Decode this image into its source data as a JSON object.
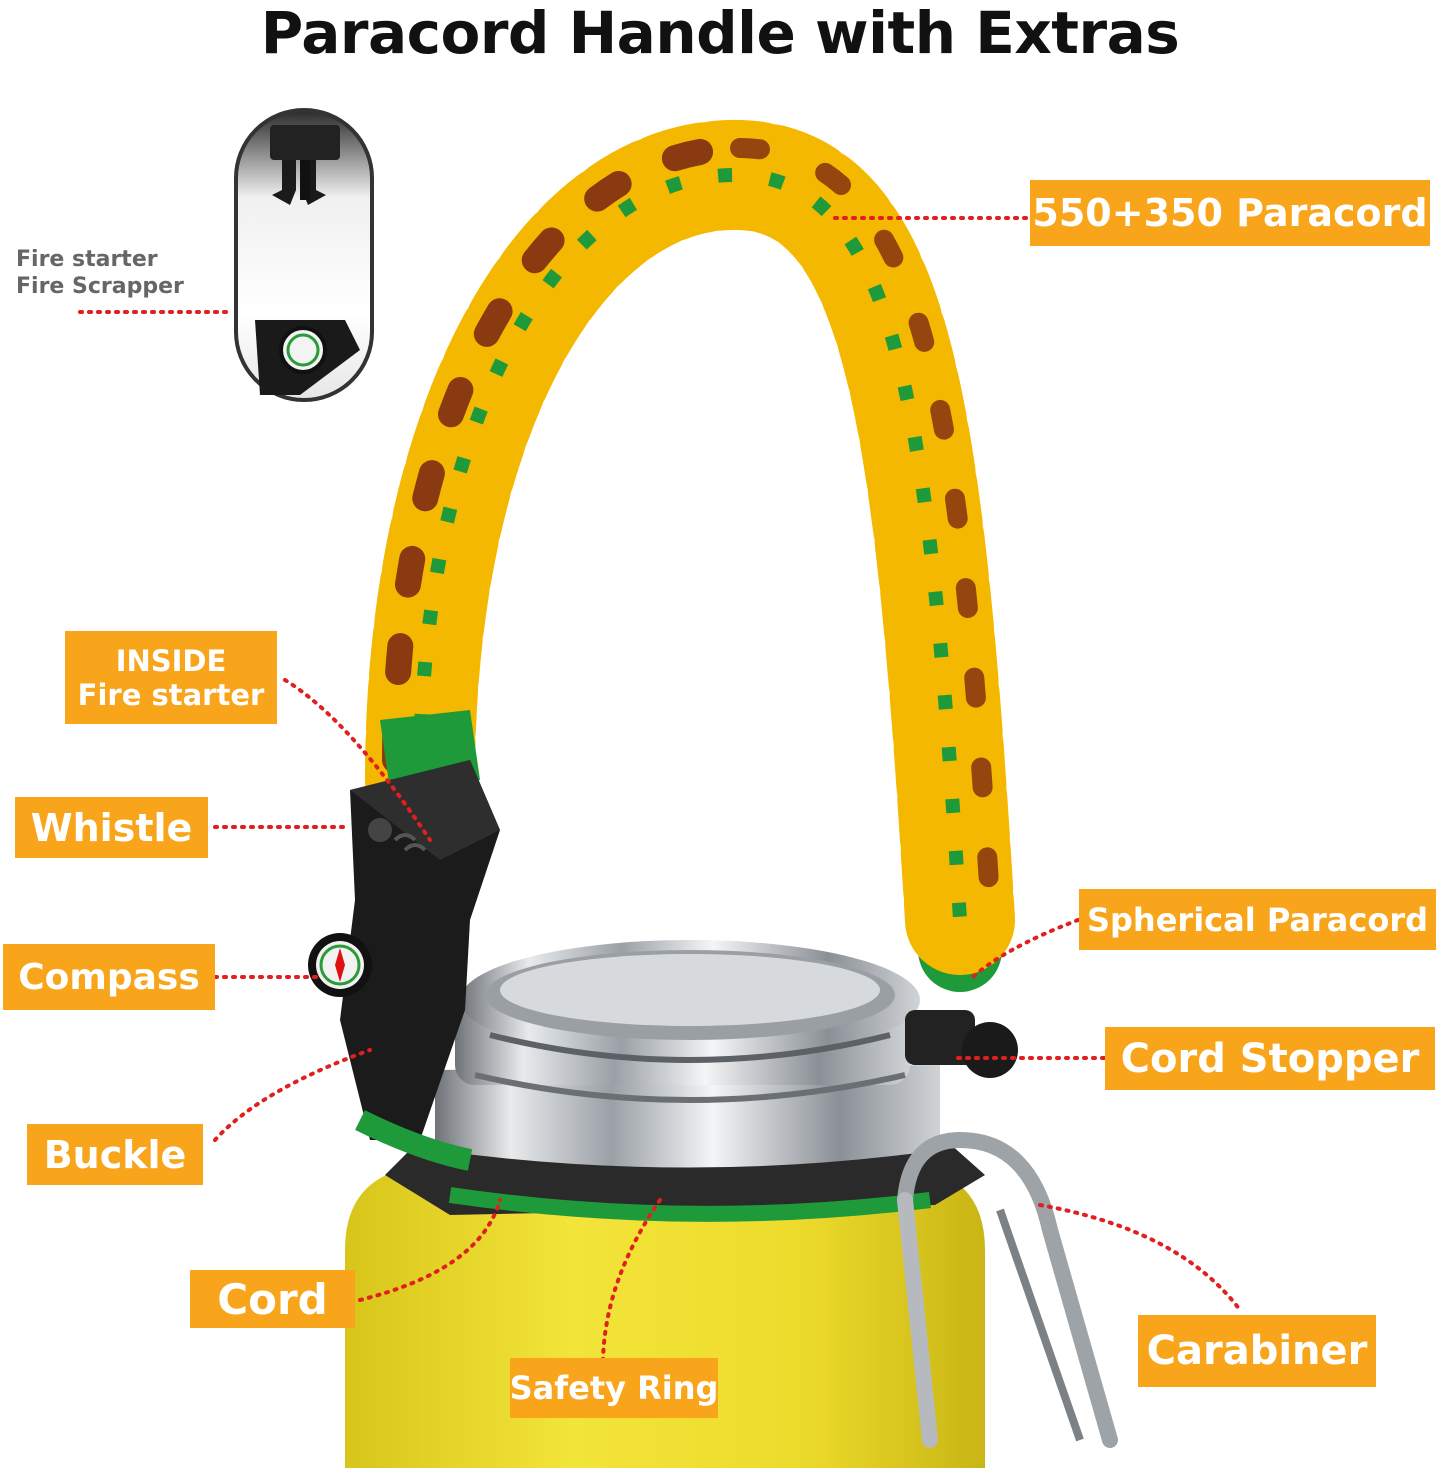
{
  "title": "Paracord Handle with Extras",
  "colors": {
    "label_bg": "#f8a51c",
    "label_text": "#ffffff",
    "leader": "#e02020",
    "paracord_yellow": "#f5b800",
    "paracord_brown": "#8a3a10",
    "paracord_green": "#1f9a3a",
    "bottle_yellow": "#f1e02a"
  },
  "inset": {
    "line1": "Fire starter",
    "line2": "Fire Scrapper"
  },
  "labels": {
    "paracord": "550+350 Paracord",
    "inside_line1": "INSIDE",
    "inside_line2": "Fire starter",
    "whistle": "Whistle",
    "compass": "Compass",
    "buckle": "Buckle",
    "spherical": "Spherical Paracord",
    "cord_stopper": "Cord Stopper",
    "cord": "Cord",
    "carabiner": "Carabiner",
    "safety_ring": "Safety Ring"
  },
  "icons": [
    "fire-starter-icon",
    "compass-icon",
    "whistle-icon",
    "buckle-icon",
    "carabiner-icon",
    "bottle-icon"
  ]
}
